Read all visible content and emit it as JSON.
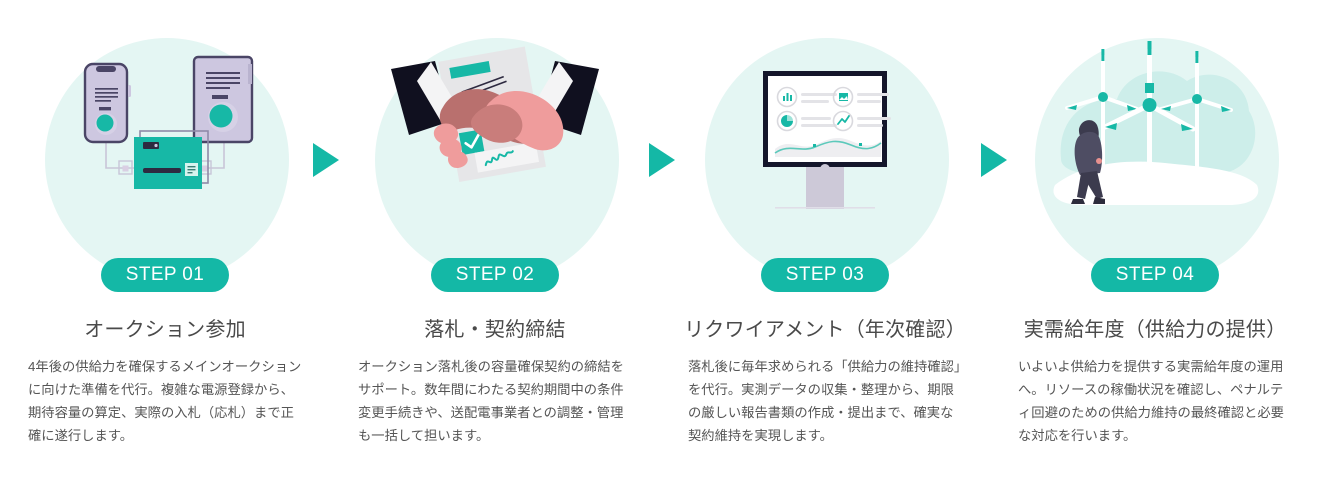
{
  "theme": {
    "accent": "#14b8a6",
    "circle_bg": "#e4f6f3",
    "title_color": "#4a4a4a",
    "body_color": "#555555",
    "badge_text_color": "#ffffff",
    "page_bg": "#ffffff"
  },
  "steps": [
    {
      "badge": "STEP 01",
      "title": "オークション参加",
      "description": "4年後の供給力を確保するメインオークションに向けた準備を代行。複雑な電源登録から、期待容量の算定、実際の入札（応札）まで正確に遂行します。",
      "illustration": "devices-network-illustration",
      "icons": [
        "smartphone-icon",
        "server-device-icon",
        "tablet-icon"
      ]
    },
    {
      "badge": "STEP 02",
      "title": "落札・契約締結",
      "description": "オークション落札後の容量確保契約の締結をサポート。数年間にわたる契約期間中の条件変更手続きや、送配電事業者との調整・管理も一括して担います。",
      "illustration": "handshake-contract-illustration",
      "icons": [
        "handshake-icon",
        "contract-document-icon",
        "signature-icon",
        "checkmark-icon"
      ]
    },
    {
      "badge": "STEP 03",
      "title": "リクワイアメント（年次確認）",
      "description": "落札後に毎年求められる「供給力の維持確認」を代行。実測データの収集・整理から、期限の厳しい報告書類の作成・提出まで、確実な契約維持を実現します。",
      "illustration": "dashboard-monitor-illustration",
      "icons": [
        "bar-chart-icon",
        "image-report-icon",
        "pie-chart-icon",
        "trend-line-icon",
        "monitor-icon"
      ]
    },
    {
      "badge": "STEP 04",
      "title": "実需給年度（供給力の提供）",
      "description": "いよいよ供給力を提供する実需給年度の運用へ。リソースの稼働状況を確認し、ペナルティ回避のための供給力維持の最終確認と必要な対応を行います。",
      "illustration": "wind-turbines-illustration",
      "icons": [
        "wind-turbine-icon",
        "person-walking-icon"
      ]
    }
  ],
  "separators": [
    {
      "name": "arrow-step1-to-step2",
      "glyph": "triangle-right"
    },
    {
      "name": "arrow-step2-to-step3",
      "glyph": "triangle-right"
    },
    {
      "name": "arrow-step3-to-step4",
      "glyph": "triangle-right"
    }
  ]
}
